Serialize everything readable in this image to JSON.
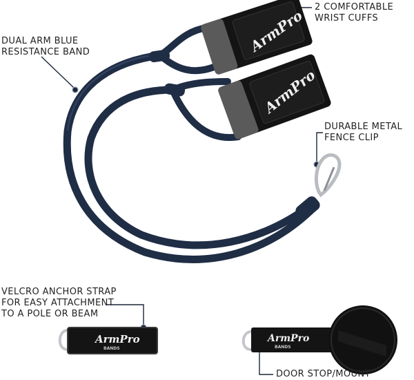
{
  "callouts": {
    "wrist_cuffs": [
      "2 COMFORTABLE",
      "WRIST CUFFS"
    ],
    "resistance_band": [
      "DUAL ARM BLUE",
      "RESISTANCE BAND"
    ],
    "fence_clip": [
      "DURABLE METAL",
      "FENCE CLIP"
    ],
    "velcro_strap": [
      "VELCRO ANCHOR STRAP",
      "FOR EASY ATTACHMENT",
      "TO A POLE OR BEAM"
    ],
    "door_stop": [
      "DOOR STOP/MOUNT"
    ]
  },
  "brand": {
    "name": "ArmPro",
    "sub": "BANDS"
  },
  "colors": {
    "band": "#1f2d45",
    "band_highlight": "#3a4c6b",
    "cuff": "#141414",
    "cuff_edge": "#5a5a5a",
    "clip": "#b9bcc0",
    "callout_line": "#1b2538",
    "background": "#ffffff"
  }
}
